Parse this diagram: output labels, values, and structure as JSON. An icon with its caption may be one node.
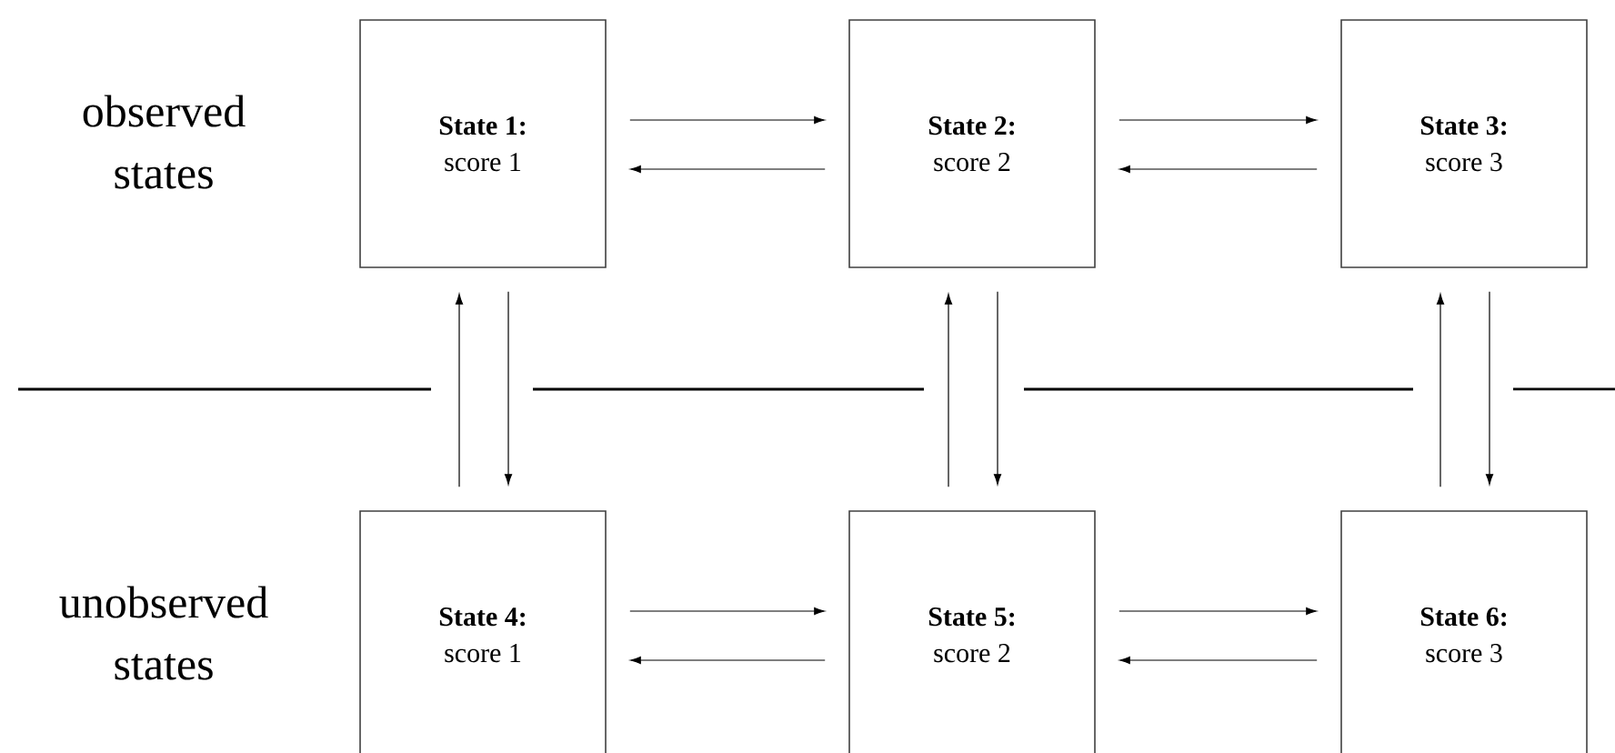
{
  "diagram": {
    "nodes": [
      {
        "text": [
          "State 1:",
          "score 1"
        ]
      },
      {
        "text": [
          "State 2:",
          "score 2"
        ]
      },
      {
        "text": [
          "State 3:",
          "score 3"
        ]
      },
      {
        "text": [
          "State 4:",
          "score 1"
        ]
      },
      {
        "text": [
          "State 5:",
          "score 2"
        ]
      },
      {
        "text": [
          "State 6:",
          "score 3"
        ]
      }
    ],
    "edges": [
      {
        "from": 0,
        "to": 1,
        "arrow": "to"
      },
      {
        "from": 1,
        "to": 0,
        "arrow": "to"
      },
      {
        "from": 1,
        "to": 2,
        "arrow": "to"
      },
      {
        "from": 2,
        "to": 1,
        "arrow": "to"
      },
      {
        "from": 3,
        "to": 0,
        "arrow": "to"
      },
      {
        "from": 0,
        "to": 3,
        "arrow": "to"
      },
      {
        "from": 4,
        "to": 1,
        "arrow": "to"
      },
      {
        "from": 1,
        "to": 4,
        "arrow": "to"
      },
      {
        "from": 5,
        "to": 2,
        "arrow": "to"
      },
      {
        "from": 2,
        "to": 5,
        "arrow": "to"
      },
      {
        "from": 3,
        "to": 4,
        "arrow": "to"
      },
      {
        "from": 4,
        "to": 3,
        "arrow": "to"
      },
      {
        "from": 4,
        "to": 5,
        "arrow": "to"
      },
      {
        "from": 5,
        "to": 4,
        "arrow": "to"
      }
    ],
    "labels": [
      "observed states",
      "unobserved states"
    ]
  }
}
